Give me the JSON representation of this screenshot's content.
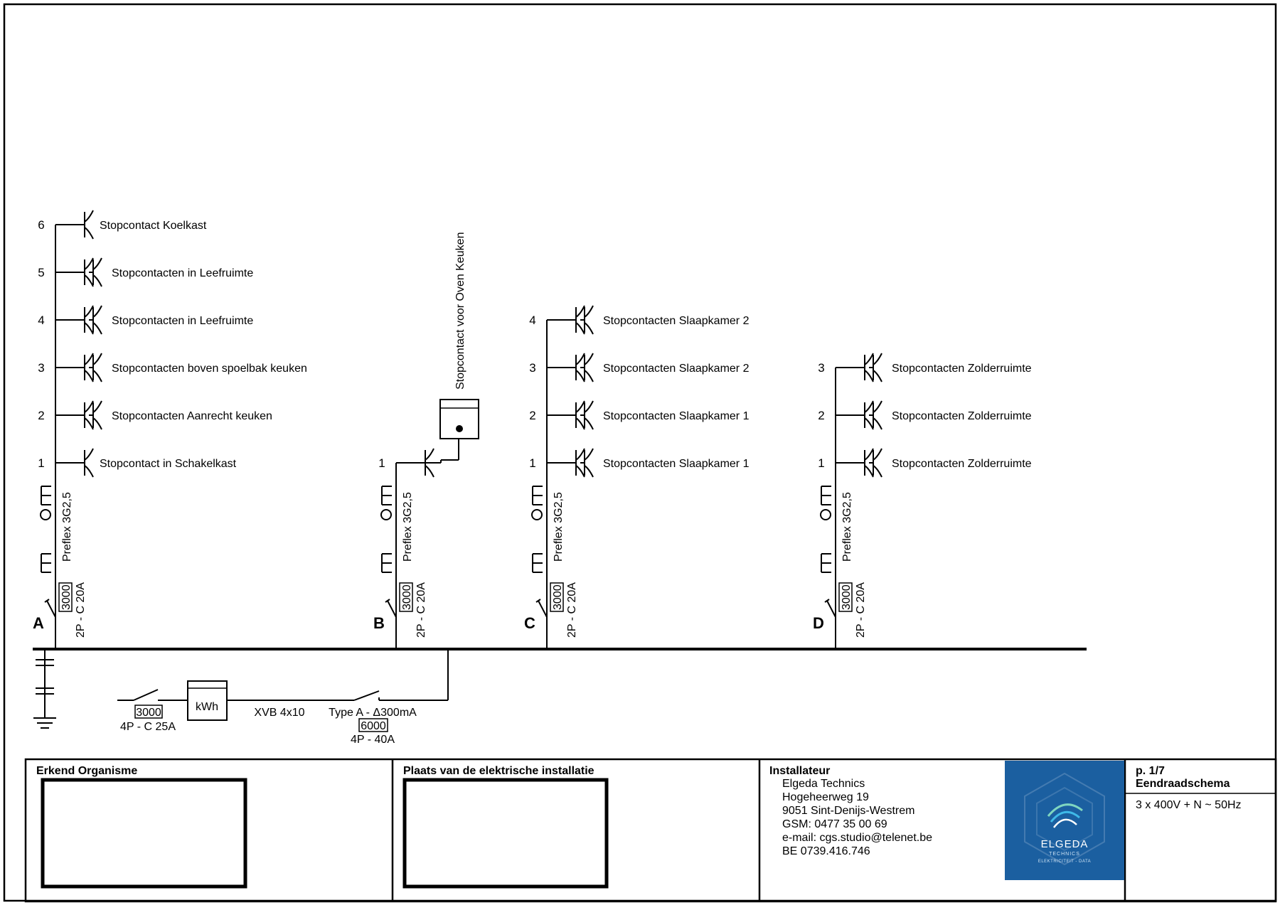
{
  "circuits": [
    {
      "id": "A",
      "protection": {
        "box": "3000",
        "rating": "2P - C 20A"
      },
      "cable": "Preflex 3G2,5",
      "outlets": [
        {
          "n": "1",
          "label": "Stopcontact in Schakelkast",
          "double": false
        },
        {
          "n": "2",
          "label": "Stopcontacten Aanrecht keuken",
          "double": true
        },
        {
          "n": "3",
          "label": "Stopcontacten boven spoelbak keuken",
          "double": true
        },
        {
          "n": "4",
          "label": "Stopcontacten in Leefruimte",
          "double": true
        },
        {
          "n": "5",
          "label": "Stopcontacten in Leefruimte",
          "double": true
        },
        {
          "n": "6",
          "label": "Stopcontact Koelkast",
          "double": false
        }
      ]
    },
    {
      "id": "B",
      "protection": {
        "box": "3000",
        "rating": "2P - C 20A"
      },
      "cable": "Preflex 3G2,5",
      "outlets": [
        {
          "n": "1",
          "label": "Stopcontact voor Oven Keuken",
          "double": false
        }
      ]
    },
    {
      "id": "C",
      "protection": {
        "box": "3000",
        "rating": "2P - C 20A"
      },
      "cable": "Preflex 3G2,5",
      "outlets": [
        {
          "n": "1",
          "label": "Stopcontacten Slaapkamer 1",
          "double": true
        },
        {
          "n": "2",
          "label": "Stopcontacten Slaapkamer 1",
          "double": true
        },
        {
          "n": "3",
          "label": "Stopcontacten Slaapkamer 2",
          "double": true
        },
        {
          "n": "4",
          "label": "Stopcontacten Slaapkamer 2",
          "double": true
        }
      ]
    },
    {
      "id": "D",
      "protection": {
        "box": "3000",
        "rating": "2P - C 20A"
      },
      "cable": "Preflex 3G2,5",
      "outlets": [
        {
          "n": "1",
          "label": "Stopcontacten Zolderruimte",
          "double": true
        },
        {
          "n": "2",
          "label": "Stopcontacten Zolderruimte",
          "double": true
        },
        {
          "n": "3",
          "label": "Stopcontacten Zolderruimte",
          "double": true
        }
      ]
    }
  ],
  "supply": {
    "main_breaker": {
      "box": "3000",
      "rating": "4P - C 25A"
    },
    "meter": "kWh",
    "cable": "XVB 4x10",
    "rcd": {
      "type": "Type A - Δ300mA",
      "box": "6000",
      "rating": "4P - 40A"
    }
  },
  "title_block": {
    "organism": {
      "title": "Erkend Organisme"
    },
    "location": {
      "title": "Plaats van de elektrische installatie"
    },
    "installer": {
      "title": "Installateur",
      "lines": [
        "Elgeda Technics",
        "Hogeheerweg 19",
        "9051 Sint-Denijs-Westrem",
        "GSM: 0477 35 00 69",
        "e-mail: cgs.studio@telenet.be",
        "BE 0739.416.746"
      ]
    },
    "logo": {
      "name": "ELGEDA",
      "sub1": "TECHNICS",
      "sub2": "ELEKTRICITEIT - DATA",
      "color": "#1b5fa0"
    },
    "page": "p. 1/7",
    "schema": "Eendraadschema",
    "supply_spec": "3 x 400V + N ~ 50Hz"
  }
}
